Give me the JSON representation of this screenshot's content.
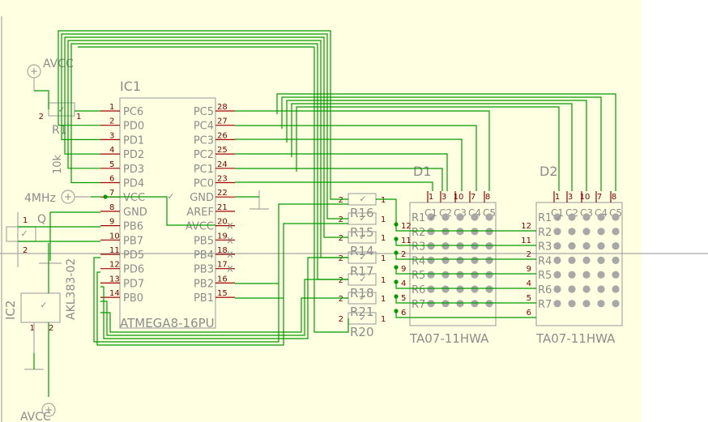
{
  "colors": {
    "sheet": "#ffffe1",
    "wire": "#009a00",
    "body": "#a8a8a8",
    "pinlead": "#a00000",
    "text": "#8c8c8c",
    "nc": "#c00000",
    "led": "#a8a8a8"
  },
  "ic1": {
    "name": "IC1",
    "value": "ATMEGA8-16PU",
    "left_pins": [
      {
        "label": "PC6",
        "num": "1"
      },
      {
        "label": "PD0",
        "num": "2"
      },
      {
        "label": "PD1",
        "num": "3"
      },
      {
        "label": "PD2",
        "num": "4"
      },
      {
        "label": "PD3",
        "num": "5"
      },
      {
        "label": "PD4",
        "num": "6"
      },
      {
        "label": "VCC",
        "num": "7"
      },
      {
        "label": "GND",
        "num": "8"
      },
      {
        "label": "PB6",
        "num": "9"
      },
      {
        "label": "PB7",
        "num": "10"
      },
      {
        "label": "PD5",
        "num": "11"
      },
      {
        "label": "PD6",
        "num": "12"
      },
      {
        "label": "PD7",
        "num": "13"
      },
      {
        "label": "PB0",
        "num": "14"
      }
    ],
    "right_pins": [
      {
        "label": "PC5",
        "num": "28"
      },
      {
        "label": "PC4",
        "num": "27"
      },
      {
        "label": "PC3",
        "num": "26"
      },
      {
        "label": "PC2",
        "num": "25"
      },
      {
        "label": "PC1",
        "num": "24"
      },
      {
        "label": "PC0",
        "num": "23"
      },
      {
        "label": "GND",
        "num": "22"
      },
      {
        "label": "AREF",
        "num": "21"
      },
      {
        "label": "AVCC",
        "num": "20"
      },
      {
        "label": "PB5",
        "num": "19"
      },
      {
        "label": "PB4",
        "num": "18"
      },
      {
        "label": "PB3",
        "num": "17"
      },
      {
        "label": "PB2",
        "num": "16"
      },
      {
        "label": "PB1",
        "num": "15"
      }
    ]
  },
  "r1": {
    "name": "R1",
    "pin_left": "2",
    "pin_right": "1",
    "value": "10k"
  },
  "supply_top": {
    "label": "AVCC"
  },
  "supply_mid": {
    "label": "4MHz"
  },
  "crystal": {
    "name": "Q",
    "pin1": "1",
    "pin2": "2",
    "value": "4MHz"
  },
  "ic2": {
    "name": "IC2",
    "value": "AKL383-02",
    "pin1": "1",
    "pin2": "2",
    "supply": "AVCC"
  },
  "resistors": [
    {
      "name": "R16",
      "pin_left": "2",
      "pin_right": "1"
    },
    {
      "name": "R15",
      "pin_left": "2",
      "pin_right": "1"
    },
    {
      "name": "R14",
      "pin_left": "2",
      "pin_right": "1"
    },
    {
      "name": "R17",
      "pin_left": "2",
      "pin_right": "1"
    },
    {
      "name": "R18",
      "pin_left": "2",
      "pin_right": "1"
    },
    {
      "name": "R21",
      "pin_left": "2",
      "pin_right": "1"
    },
    {
      "name": "R20",
      "pin_left": "2",
      "pin_right": "1"
    }
  ],
  "row_nums": [
    "12",
    "11",
    "2",
    "9",
    "4",
    "5",
    "6"
  ],
  "d1": {
    "name": "D1",
    "value": "TA07-11HWA",
    "col_nums": [
      "1",
      "3",
      "10",
      "7",
      "8"
    ],
    "col_labels": [
      "C1",
      "C2",
      "C3",
      "C4",
      "C5"
    ],
    "row_labels": [
      "R1",
      "R2",
      "R3",
      "R4",
      "R5",
      "R6",
      "R7"
    ]
  },
  "d2": {
    "name": "D2",
    "value": "TA07-11HWA",
    "col_nums": [
      "1",
      "3",
      "10",
      "7",
      "8"
    ],
    "col_labels": [
      "C1",
      "C2",
      "C3",
      "C4",
      "C5"
    ],
    "row_labels": [
      "R1",
      "R2",
      "R3",
      "R4",
      "R5",
      "R6",
      "R7"
    ]
  },
  "icons": {
    "check": "✓",
    "nc": "x"
  }
}
